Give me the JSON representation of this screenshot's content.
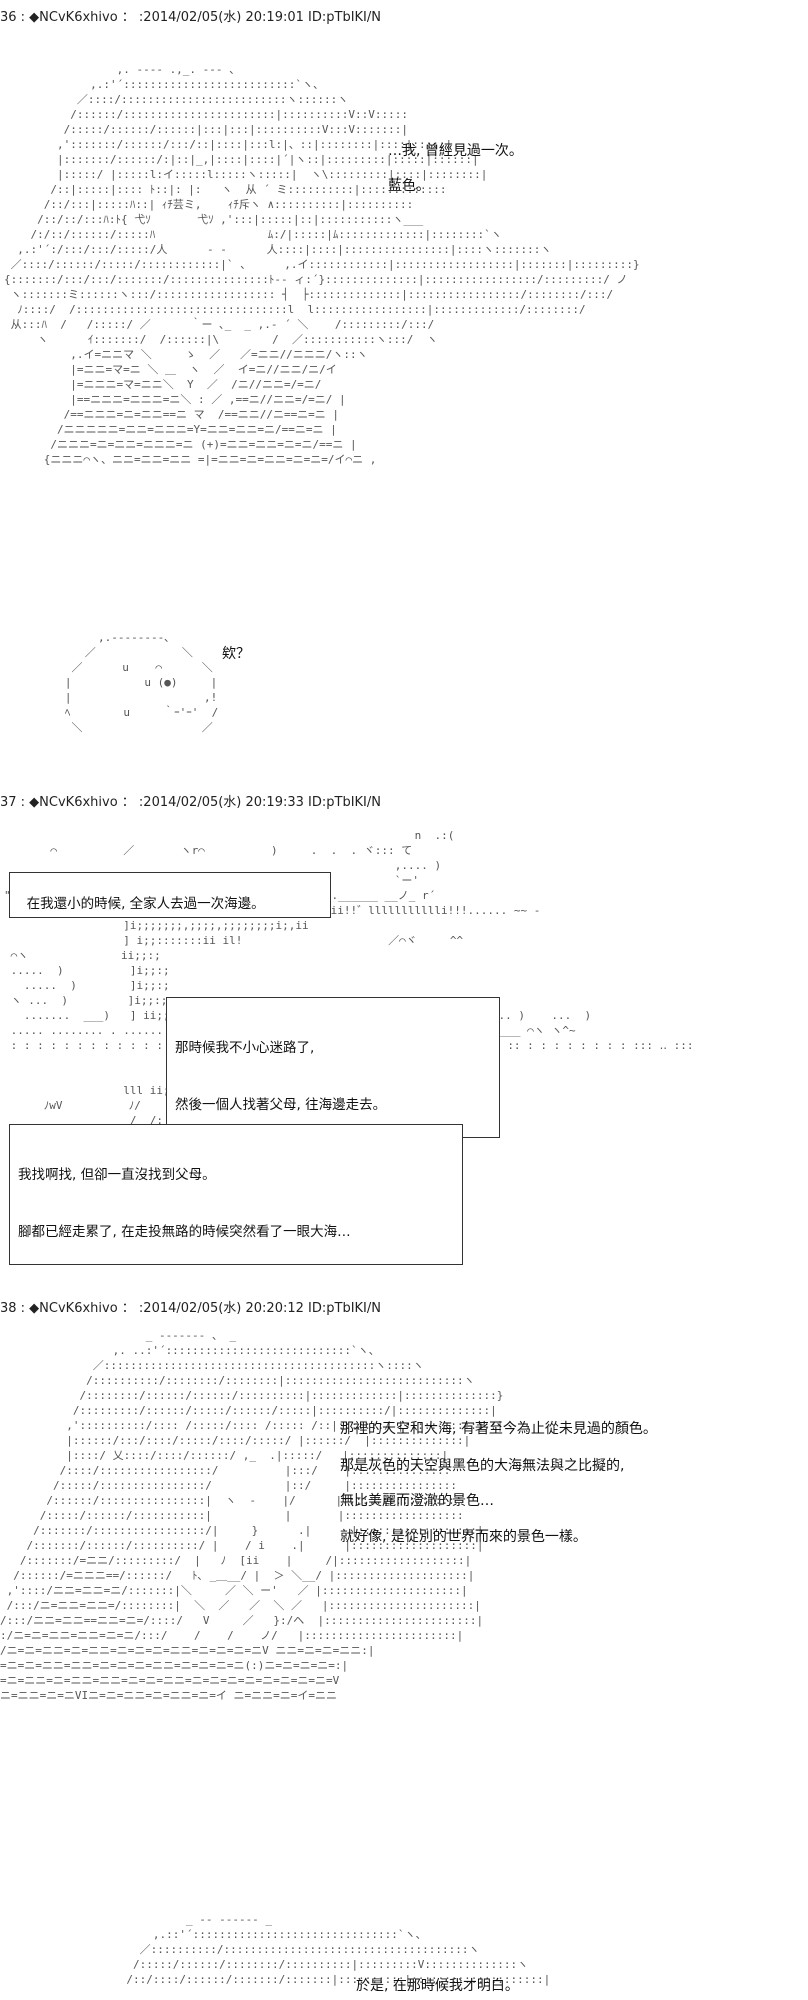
{
  "posts": [
    {
      "header": "36 : ◆NCvK6xhivo ： :2014/02/05(水) 20:19:01 ID:pTbIKI/N",
      "lines": [
        "…我, 曾經見過一次。",
        "藍色。"
      ],
      "small_line": "欸？"
    },
    {
      "header": "37 : ◆NCvK6xhivo ： :2014/02/05(水) 20:19:33 ID:pTbIKI/N",
      "box1": "在我還小的時候, 全家人去過一次海邊。",
      "box2_l1": "那時候我不小心迷路了,",
      "box2_l2": "然後一個人找著父母, 往海邊走去。",
      "box3_l1": "我找啊找, 但卻一直沒找到父母。",
      "box3_l2": "腳都已經走累了, 在走投無路的時候突然看了一眼大海…"
    },
    {
      "header": "38 : ◆NCvK6xhivo ： :2014/02/05(水) 20:20:12 ID:pTbIKI/N",
      "lines": [
        "那裡的天空和大海, 有著至今為止從未見過的顏色。",
        "那是灰色的天空與黑色的大海無法與之比擬的,",
        "無比美麗而澄澈的景色…",
        "就好像, 是從別的世界而來的景色一樣。"
      ],
      "last_line": "於是, 在那時候我才明白。"
    }
  ],
  "ascii": {
    "a1": "                 ,. ---- .,_. --- 、\n             ,.:'´::::::::::::::::::::::::::`ヽ、\n           ／::::/:::::::::::::::::::::::::ヽ::::::ヽ\n          /::::::/:::::::::::::::::::::::|::::::::::V::V:::::\n         /:::::/::::::/::::::|:::|:::|::::::::::V:::V:::::::|\n        ,':::::::/::::::/:::/::|::::|:::l:|、::|::::::::|::::|:::::|\n        |:::::::/::::::/:|::|_,|::::|::::|´|ヽ::|:::::::::|:::::|::::::|\n        |:::::/ |:::::l:イ:::::l:::::ヽ:::::|  ヽ\\:::::::::|::::|::::::::|\n       /::|:::::|:::: ﾄ::|: |:   ヽ  从 ´ ミ::::::::::|:::::::::::::\n      /::/:::|:::::ﾊ::| ｨﾁ芸ミ,    ｨﾁ斥ヽ ∧::::::::::|::::::::::\n     /::/::/:::ﾊ:ﾄ{ 弋ｿ       弋ｿ ,':::|:::::|::|:::::::::::ヽ___\n    /:/::/::::::/:::::ﾊ                 ﾑ:/|:::::|ﾑ:::::::::::::|::::::::`ヽ\n  ,.:'´:/:::/:::/:::::/人      - -      人::::|::::|::::::::::::::::|::::ヽ:::::::ヽ\n ／::::/::::::/:::::/::::::::::::|` 、     ,.イ::::::::::::|::::::::::::::::::|:::::::|:::::::::}\n{:::::::/:::/:::/:::::::/:::::::::::::::ﾄ-- ィ:´}::::::::::::::|:::::::::::::::::/:::::::::/ ノ\n ヽ:::::::ミ::::::ヽ:::/:::::::::::::::::: ┤  ├::::::::::::::|:::::::::::::::::/::::::::/:::/\n  ﾉ::::/  /::::::::::::::::::::::::::::::::l  l:::::::::::::::::|:::::::::::::/::::::::/\n 从:::ﾊ  /   /:::::/ ／      ｀ー ､_  _ ,.- ´ ＼    /:::::::::/:::/\n     ヽ      ｲ:::::::/  /::::::|\\        /  ／:::::::::::ヽ:::/  ヽ\n          ,.イ=ニニマ ＼     ゝ  ／   ／=ニニ//ニニニ/ヽ::ヽ\n          |=ニニ=マ=ニ ＼ ＿  ヽ  ／  イ=ニ//ニニ/ニ/イ\n          |=ニニニ=マ=ニニ＼  Y  ／  /ニ//ニニ=/=ニ/\n          |==ニニニ=ニニニ=ニ＼ : ／ ,==ニ//ニニ=/=ニ/ |\n         /==ニニニ=ニ=ニニ==ニ マ  /==ニニ//ニ==ニ=ニ |\n        /ニニニニニ=ニニ=ニニニ=Y=ニニ=ニニ=ニ/==ニ=ニ |\n       /ニニニ=ニ=ニニ=ニニニ=ニ (+)=ニニ=ニニ=ニ=ニ/==ニ |\n      {ニニニ⌒ヽ、ニニ=ニニ=ニニ =|=ニニ=ニ=ニニ=ニ=ニ=/イ⌒ニ ,",
    "a2": "        ,.--------､\n      ／             ＼\n    ／      u    ⌒      ＼\n   |           u (●)     |\n   |                    ,!\n   ﾍ        u     ｀ｰ'ｰ'  /\n    ＼                  ／",
    "a3": "                                                              n  .:(\n       ⌒          ／       ヽr⌒          )     .  .  . ヾ::: て\n                                                           ,.... )\n                                                           `ー'\n\"ｰ~ーー.. .._______i ＼＼ ｿ ﾉ ~ i  レ ／ilillili!!!!.______ __ノ_ r´\n      ~゛ -- - ~. _lliiiii!゛.iiiii_;;;;;iii;;;;iiii!!゛llllllllllli!!!...... ~~ - \n                  ]i;;;;;;;,;;;;,;;;;;;;;i;,ii\n                  ] i;;:::::::ii il!                      ／⌒ヾ     ^^\n ⌒ヽ              ii;;:;\n .....  )          ]i;;:;\n   .....  )        ]i;;:;\n ヽ ...  )         ]i;;:;\n   .......  ___)   ] ii;;;;:::iii ill   ⌒ ..         {          ....ゞ....... )    ...  )\n ..... ........ . ......  .....  ]ll;;;;;;;;;iii ll  ______  ________  _______ ⌒ヽ ヽ^~\n : : : : : : : : : : : : : : . . : llll;;;;;;:::iii il  : : : : : : : : : : :: : : : : : : : : ::: ‥ :::\n\n\n                  lll ii;;;;;;;;;;;iii ii[       Wwﾉﾙ\n      ﾉwV          ﾉ/    ﾒ    :  i  i [\n                   /  /;  ﾉ   八   I ゛-::::  . . .                   ﾉﾙlw\n               Wｨﾉww ﾚ、 VW V wWW:::: . . . .     ﾉﾒﾙ",
    "a4": "                      _ -‐---‐- 、 _\n                 ,. ..:'´::::::::::::::::::::::::::::`ヽ、\n              ／:::::::::::::::::::::::::::::::::::::::::ヽ::::ヽ\n             /::::::::::/::::::::/::::::::|:::::::::::::::::::::::::::ヽ\n            /::::::::/::::::/::::::/::::::::::|:::::::::::::|::::::::::::::}\n           /:::::::::/::::::/:::::/::::::/:::::|::::::::::/|::::::::::::::|\n          ,'::::::::::/:::: /:::::/:::: /::::: /::|:::::::/ |::::::::::::::|\n          |::::::/:::/::::/:::::/::::/:::::/ |::::::/  |::::::::::::::|\n          |::::/ 乂::::/::::/::::::/ ,_  .|:::::/   |::::::::::::::|\n         /::::/:::::::::::::::::/          |:::/    |:::::::::::::::\n        /:::::/::::::::::::::::/           |::/     |::::::::::::::::\n       /::::::/::::::::::::::::|  ヽ  -    |/      |:::::::::::::::::\n      /:::::/::::::/:::::::::::|           |       |::::::::::::::::::\n     /:::::::/:::::::::::::::::/|     }      .|      |::::::::::::::::::|\n    /:::::::/::::::/::::::::::/ |    / i    .|      |:::::::::::::::::::|\n   /:::::::/=ニニ/:::::::::/  |   ﾉ  [ii    |     /|:::::::::::::::::::|\n  /::::::/=ニニニ==/::::::/   ﾄ､ _＿__/ |  ＞ ＼__/ |::::::::::::::::::::|\n ,'::::/ニニ=ニニ=ニ/:::::::|＼     ／ ＼ ー'   ／ |:::::::::::::::::::::|\n /:::/ニ=ニニ=ニニ=/::::::::|  ＼  ／   ／  ＼ ／   |::::::::::::::::::::::|\n/:::/ニニ=ニニ==ニニ=ニ=/::::/   V     ／   }:/ヘ  |:::::::::::::::::::::::|\n:/ニ=ニ=ニニ=ニニ=ニ=ニ/:::/    /    /    ノ/   |:::::::::::::::::::::::|\n/ニ=ニ=ニニ=ニ=ニニ=ニ=ニ=ニ=ニニ=ニ=ニ=ニ=ニV ニニ=ニ=ニ=ニニ:|\n=ニ=ニ=ニニ=ニニ=ニ=ニ=ニ=ニニ=ニ=ニ=ニ=ニ(:)ニ=ニ=ニ=ニ=:|\n=ニ=ニニ=ニ=ニニ=ニニ=ニ=ニ=ニニ=ニ=ニ=ニ=ニ=ニ=ニ=ニ=ニ=V\nニ=ニニ=ニ=ニVIニ=ニ=ニニ=ニ=ニニ=ニ=イ ニ=ニニ=ニ=イ=ニニ",
    "a5": "                _ -‐ ----‐- _\n           ,.::'´:::::::::::::::::::::::::::::::`ヽ、\n         ／::::::::::/:::::::::::::::::::::::::::::::::::::ヽ\n        /:::::/::::::/::::::::/::::::::::|:::::::::V::::::::::::::ヽ\n       /::/::::/::::::/:::::::/:::::::|::::::::::|::::::::::::::::::::|"
  }
}
